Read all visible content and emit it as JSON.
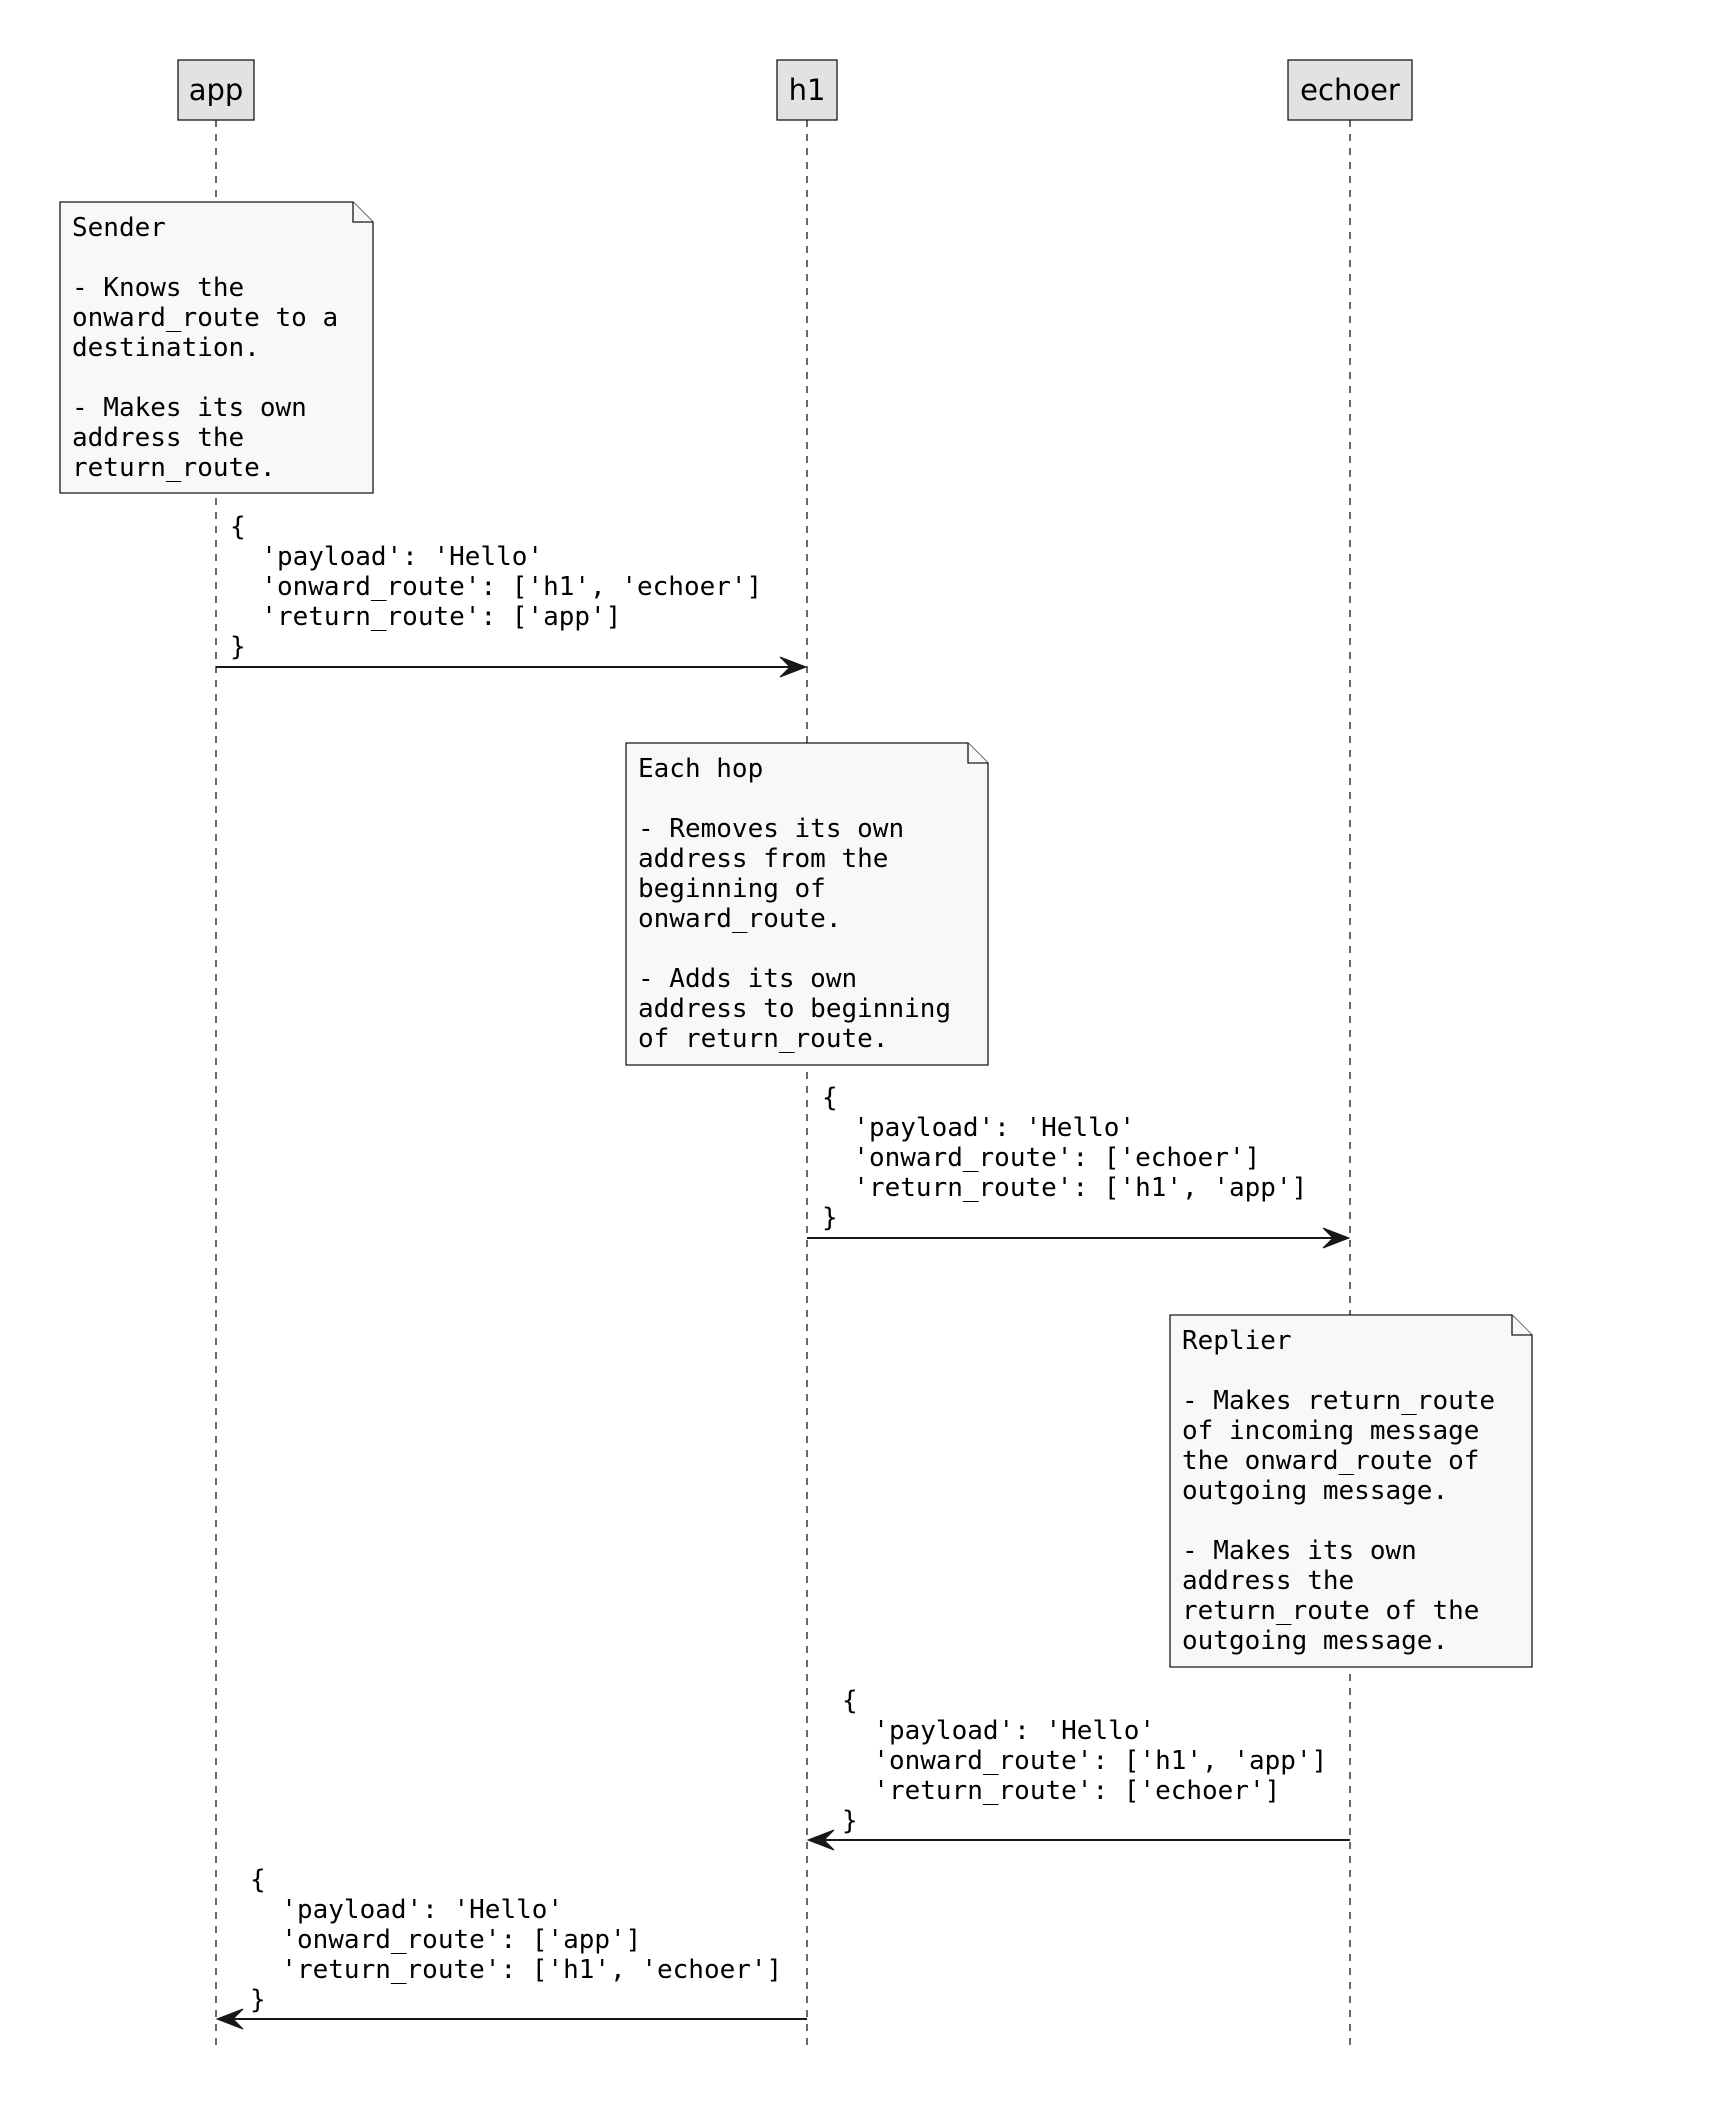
{
  "participants": [
    {
      "id": "app",
      "label": "app"
    },
    {
      "id": "h1",
      "label": "h1"
    },
    {
      "id": "echoer",
      "label": "echoer"
    }
  ],
  "notes": [
    {
      "over": "app",
      "lines": [
        "Sender",
        "",
        "- Knows the",
        "onward_route to a",
        "destination.",
        "",
        "- Makes its own",
        "address the",
        "return_route."
      ]
    },
    {
      "over": "h1",
      "lines": [
        "Each hop",
        "",
        "- Removes its own",
        "address from the",
        "beginning of",
        "onward_route.",
        "",
        "- Adds its own",
        "address to beginning",
        "of return_route."
      ]
    },
    {
      "over": "echoer",
      "lines": [
        "Replier",
        "",
        "- Makes return_route",
        "of incoming message",
        "the onward_route of",
        "outgoing message.",
        "",
        "- Makes its own",
        "address the",
        "return_route of the",
        "outgoing message."
      ]
    }
  ],
  "messages": [
    {
      "from": "app",
      "to": "h1",
      "lines": [
        "{",
        "  'payload': 'Hello'",
        "  'onward_route': ['h1', 'echoer']",
        "  'return_route': ['app']",
        "}"
      ]
    },
    {
      "from": "h1",
      "to": "echoer",
      "lines": [
        "{",
        "  'payload': 'Hello'",
        "  'onward_route': ['echoer']",
        "  'return_route': ['h1', 'app']",
        "}"
      ]
    },
    {
      "from": "echoer",
      "to": "h1",
      "lines": [
        "{",
        "  'payload': 'Hello'",
        "  'onward_route': ['h1', 'app']",
        "  'return_route': ['echoer']",
        "}"
      ]
    },
    {
      "from": "h1",
      "to": "app",
      "lines": [
        "{",
        "  'payload': 'Hello'",
        "  'onward_route': ['app']",
        "  'return_route': ['h1', 'echoer']",
        "}"
      ]
    }
  ]
}
